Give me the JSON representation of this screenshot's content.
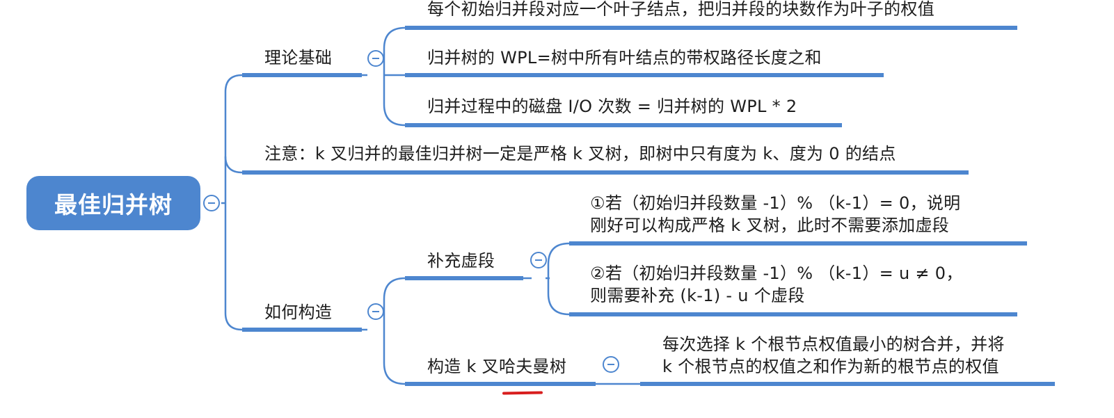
{
  "root": {
    "label": "最佳归并树"
  },
  "branches": {
    "theory": {
      "label": "理论基础",
      "children": [
        "每个初始归并段对应一个叶子结点，把归并段的块数作为叶子的权值",
        "归并树的 WPL=树中所有叶结点的带权路径长度之和",
        "归并过程中的磁盘 I/O 次数 = 归并树的 WPL * 2"
      ]
    },
    "note": {
      "label": "注意：k 叉归并的最佳归并树一定是严格 k 叉树，即树中只有度为 k、度为 0 的结点"
    },
    "construct": {
      "label": "如何构造",
      "virtual": {
        "label": "补充虚段",
        "case1": {
          "line1": "①若（初始归并段数量 -1）% （k-1）= 0，说明",
          "line2": "刚好可以构成严格 k 叉树，此时不需要添加虚段"
        },
        "case2": {
          "line1": "②若（初始归并段数量 -1）% （k-1）= u ≠ 0，",
          "line2": "则需要补充 (k-1) - u 个虚段"
        }
      },
      "huffman": {
        "label": "构造 k 叉哈夫曼树",
        "desc": {
          "line1": "每次选择 k 个根节点权值最小的树合并，并将",
          "line2": "k 个根节点的权值之和作为新的根节点的权值"
        }
      }
    }
  },
  "colors": {
    "accent": "#4d86cf",
    "root_bg": "#4d86cf",
    "text": "#1d1d1d",
    "annotation": "#d81e1e"
  }
}
